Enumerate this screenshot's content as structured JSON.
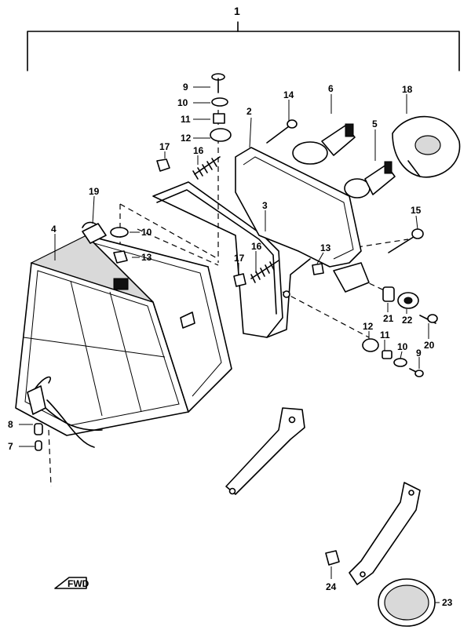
{
  "title_callout": "1",
  "parts": [
    {
      "id": "p2",
      "label": "2"
    },
    {
      "id": "p3",
      "label": "3"
    },
    {
      "id": "p4",
      "label": "4"
    },
    {
      "id": "p5",
      "label": "5"
    },
    {
      "id": "p6",
      "label": "6"
    },
    {
      "id": "p7",
      "label": "7"
    },
    {
      "id": "p8",
      "label": "8"
    },
    {
      "id": "p9a",
      "label": "9"
    },
    {
      "id": "p9b",
      "label": "9"
    },
    {
      "id": "p10a",
      "label": "10"
    },
    {
      "id": "p10b",
      "label": "10"
    },
    {
      "id": "p10c",
      "label": "10"
    },
    {
      "id": "p11a",
      "label": "11"
    },
    {
      "id": "p11b",
      "label": "11"
    },
    {
      "id": "p12a",
      "label": "12"
    },
    {
      "id": "p12b",
      "label": "12"
    },
    {
      "id": "p13a",
      "label": "13"
    },
    {
      "id": "p13b",
      "label": "13"
    },
    {
      "id": "p14",
      "label": "14"
    },
    {
      "id": "p15",
      "label": "15"
    },
    {
      "id": "p16a",
      "label": "16"
    },
    {
      "id": "p16b",
      "label": "16"
    },
    {
      "id": "p17a",
      "label": "17"
    },
    {
      "id": "p17b",
      "label": "17"
    },
    {
      "id": "p18",
      "label": "18"
    },
    {
      "id": "p19",
      "label": "19"
    },
    {
      "id": "p20",
      "label": "20"
    },
    {
      "id": "p21",
      "label": "21"
    },
    {
      "id": "p22",
      "label": "22"
    },
    {
      "id": "p23",
      "label": "23"
    },
    {
      "id": "p24",
      "label": "24"
    }
  ],
  "direction_marker": "FWD"
}
